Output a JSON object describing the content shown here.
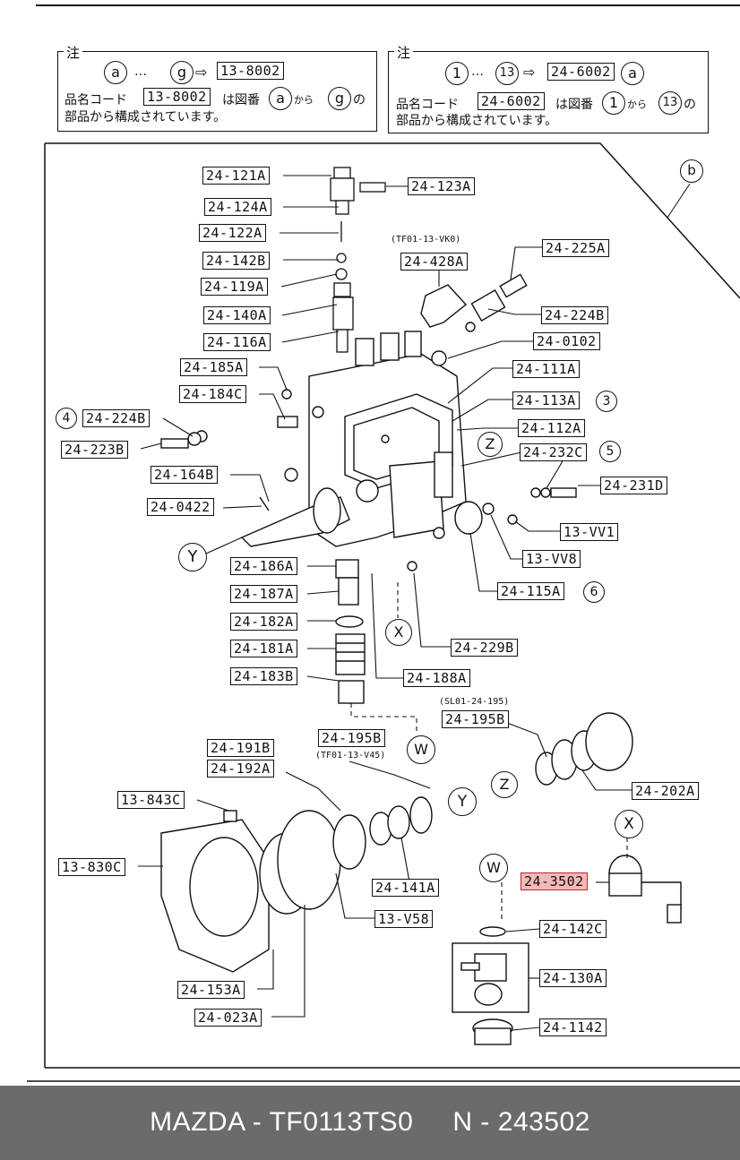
{
  "note_left": {
    "label": "注",
    "line1_a": "a",
    "line1_dots": "…",
    "line1_g": "g",
    "line1_arrow": "⇨",
    "line1_code": "13-8002",
    "line2_pre": "品名コード",
    "line2_code": "13-8002",
    "line2_mid": "は図番",
    "line2_a": "a",
    "line2_kara": "から",
    "line2_g": "g",
    "line2_no": "の",
    "line3": "部品から構成されています。"
  },
  "note_right": {
    "label": "注",
    "line1_1": "1",
    "line1_dots": "…",
    "line1_13": "13",
    "line1_arrow": "⇨",
    "line1_code": "24-6002",
    "line1_a": "a",
    "line2_pre": "品名コード",
    "line2_code": "24-6002",
    "line2_mid": "は図番",
    "line2_1": "1",
    "line2_kara": "から",
    "line2_13": "13",
    "line2_no": "の",
    "line3": "部品から構成されています。"
  },
  "markers": {
    "b": "b",
    "z1": "Z",
    "y1": "Y",
    "x1": "X",
    "w1": "W",
    "z2": "Z",
    "y2": "Y",
    "x2": "X",
    "w2": "W",
    "n3": "3",
    "n4": "4",
    "n5": "5",
    "n6": "6"
  },
  "small_labels": {
    "tf01_vko": "(TF01-13-VK0)",
    "sl01": "(SL01-24-195)",
    "tf01_v45": "(TF01-13-V45)"
  },
  "parts": {
    "p121A": "24-121A",
    "p123A": "24-123A",
    "p124A": "24-124A",
    "p122A": "24-122A",
    "p142B": "24-142B",
    "p119A": "24-119A",
    "p140A": "24-140A",
    "p116A": "24-116A",
    "p185A": "24-185A",
    "p184C": "24-184C",
    "p224B_l": "24-224B",
    "p223B": "24-223B",
    "p164B": "24-164B",
    "p0422": "24-0422",
    "p428A": "24-428A",
    "p225A": "24-225A",
    "p224B_r": "24-224B",
    "p0102": "24-0102",
    "p111A": "24-111A",
    "p113A": "24-113A",
    "p112A": "24-112A",
    "p232C": "24-232C",
    "p231D": "24-231D",
    "pVV1": "13-VV1",
    "pVV8": "13-VV8",
    "p115A": "24-115A",
    "p186A": "24-186A",
    "p187A": "24-187A",
    "p182A": "24-182A",
    "p181A": "24-181A",
    "p183B": "24-183B",
    "p188A": "24-188A",
    "p229B": "24-229B",
    "p195B_r": "24-195B",
    "p195B_l": "24-195B",
    "p191B": "24-191B",
    "p192A": "24-192A",
    "p202A": "24-202A",
    "p843C": "13-843C",
    "p830C": "13-830C",
    "p141A": "24-141A",
    "pV58": "13-V58",
    "p3502": "24-3502",
    "p142C": "24-142C",
    "p130A": "24-130A",
    "p1142": "24-1142",
    "p153A": "24-153A",
    "p023A": "24-023A"
  },
  "footer": {
    "text": "MAZDA - TF0113TS0     N - 243502"
  }
}
